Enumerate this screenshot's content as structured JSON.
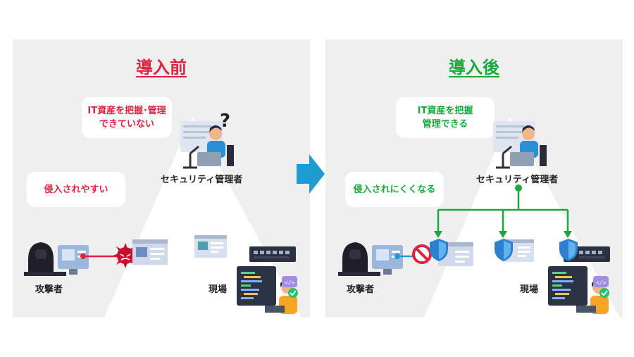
{
  "before": {
    "title": "導入前",
    "bubble_assets": "IT資産を把握･管理できていない",
    "bubble_intrusion": "侵入されやすい",
    "admin_label": "セキュリティ管理者",
    "attacker_label": "攻撃者",
    "site_label": "現場"
  },
  "after": {
    "title": "導入後",
    "bubble_assets": "IT資産を把握管理できる",
    "bubble_intrusion": "侵入されにくくなる",
    "admin_label": "セキュリティ管理者",
    "attacker_label": "攻撃者",
    "site_label": "現場"
  },
  "colors": {
    "red": "#e0213f",
    "green": "#1aa83a",
    "arrow": "#1e9bd0",
    "panel": "#efefef"
  },
  "icons": [
    "question-mark-icon",
    "virus-icon",
    "shield-icon",
    "no-entry-icon",
    "code-icon",
    "check-icon"
  ]
}
